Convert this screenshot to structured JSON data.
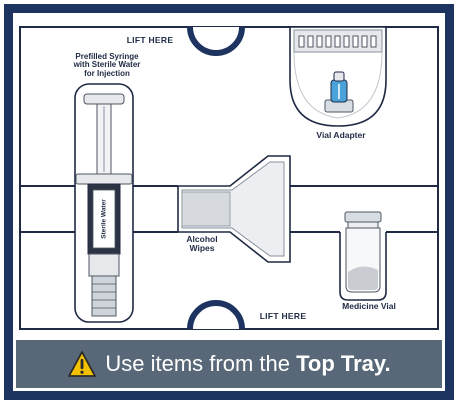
{
  "labels": {
    "lift_top": "LIFT HERE",
    "lift_bottom": "LIFT HERE",
    "syringe": [
      "Prefilled Syringe",
      "with Sterile Water",
      "for Injection"
    ],
    "syringe_barrel_text": "Sterile Water",
    "vial_adapter": "Vial Adapter",
    "alcohol_wipes": [
      "Alcohol",
      "Wipes"
    ],
    "medicine_vial": "Medicine Vial"
  },
  "banner": {
    "prefix": "Use items from the ",
    "emphasis": "Top Tray.",
    "icon": "warning-triangle-icon"
  },
  "colors": {
    "frame": "#1d3461",
    "tray_line": "#1f2a44",
    "banner_bg": "#586878",
    "warning_fill": "#f2c200",
    "adapter_blue": "#4aa3d8"
  }
}
